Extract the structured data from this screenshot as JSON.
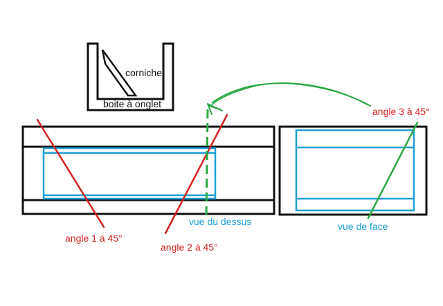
{
  "labels": {
    "corniche": "corniche",
    "boite_onglet": "boite à onglet",
    "angle1": "angle 1 à 45°",
    "angle2": "angle 2 à 45°",
    "angle3": "angle 3 à 45°",
    "vue_dessus": "vue du dessus",
    "vue_face": "vue de face"
  },
  "colors": {
    "outline": "#111111",
    "blue": "#1e9fd6",
    "red": "#d32020",
    "green": "#2aa842"
  }
}
